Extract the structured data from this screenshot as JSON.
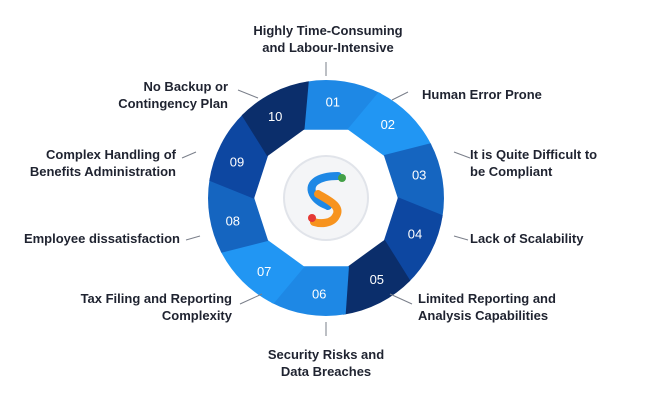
{
  "diagram": {
    "segments": [
      {
        "num": "01",
        "color": "#1e88e5",
        "label_line1": "Highly Time-Consuming",
        "label_line2": "and Labour-Intensive"
      },
      {
        "num": "02",
        "color": "#2196f3",
        "label_line1": "Human Error Prone",
        "label_line2": ""
      },
      {
        "num": "03",
        "color": "#1565c0",
        "label_line1": "It is Quite Difficult to",
        "label_line2": "be Compliant"
      },
      {
        "num": "04",
        "color": "#0d47a1",
        "label_line1": "Lack of Scalability",
        "label_line2": ""
      },
      {
        "num": "05",
        "color": "#0b2e6b",
        "label_line1": "Limited Reporting and",
        "label_line2": "Analysis Capabilities"
      },
      {
        "num": "06",
        "color": "#1e88e5",
        "label_line1": "Security Risks and",
        "label_line2": "Data Breaches"
      },
      {
        "num": "07",
        "color": "#2196f3",
        "label_line1": "Tax Filing and Reporting",
        "label_line2": "Complexity"
      },
      {
        "num": "08",
        "color": "#1565c0",
        "label_line1": "Employee dissatisfaction",
        "label_line2": ""
      },
      {
        "num": "09",
        "color": "#0d47a1",
        "label_line1": "Complex Handling of",
        "label_line2": "Benefits Administration"
      },
      {
        "num": "10",
        "color": "#0b2e6b",
        "label_line1": "No Backup or",
        "label_line2": "Contingency Plan"
      }
    ],
    "logo_colors": {
      "orange": "#f7931e",
      "blue": "#1e88e5",
      "red": "#e53935",
      "green": "#43a047"
    }
  }
}
